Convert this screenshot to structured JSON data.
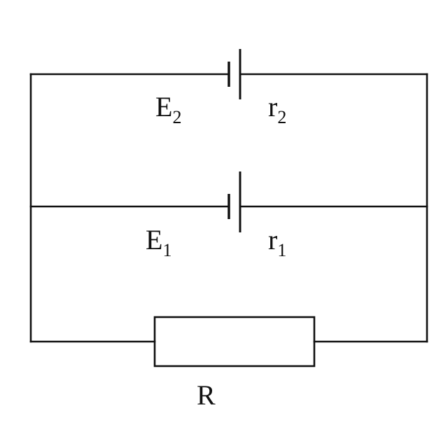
{
  "circuit": {
    "components": {
      "battery_top": {
        "symbol": "E",
        "symbol_sub": "2",
        "resistance": "r",
        "resistance_sub": "2"
      },
      "battery_middle": {
        "symbol": "E",
        "symbol_sub": "1",
        "resistance": "r",
        "resistance_sub": "1"
      },
      "resistor": {
        "symbol": "R"
      }
    }
  }
}
